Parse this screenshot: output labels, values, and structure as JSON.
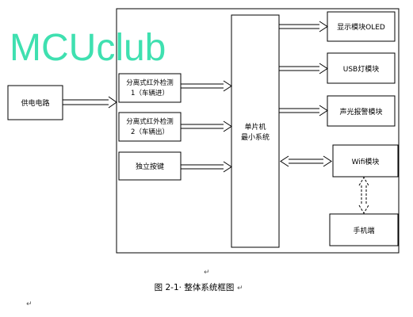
{
  "watermark": "MCUclub",
  "blocks": {
    "power": "供电电路",
    "ir1_line1": "分离式红外检测",
    "ir1_line2": "1（车辆进）",
    "ir2_line1": "分离式红外检测",
    "ir2_line2": "2（车辆出）",
    "button": "独立按键",
    "mcu_line1": "单片机",
    "mcu_line2": "最小系统",
    "oled": "显示模块OLED",
    "usb": "USB灯模块",
    "alarm": "声光报警模块",
    "wifi": "Wifi模块",
    "phone": "手机端"
  },
  "caption": "图 2-1· 整体系统框图",
  "paragraph_mark": "↵",
  "colors": {
    "watermark": "#3fe0b0",
    "line": "#000000",
    "background": "#ffffff"
  }
}
